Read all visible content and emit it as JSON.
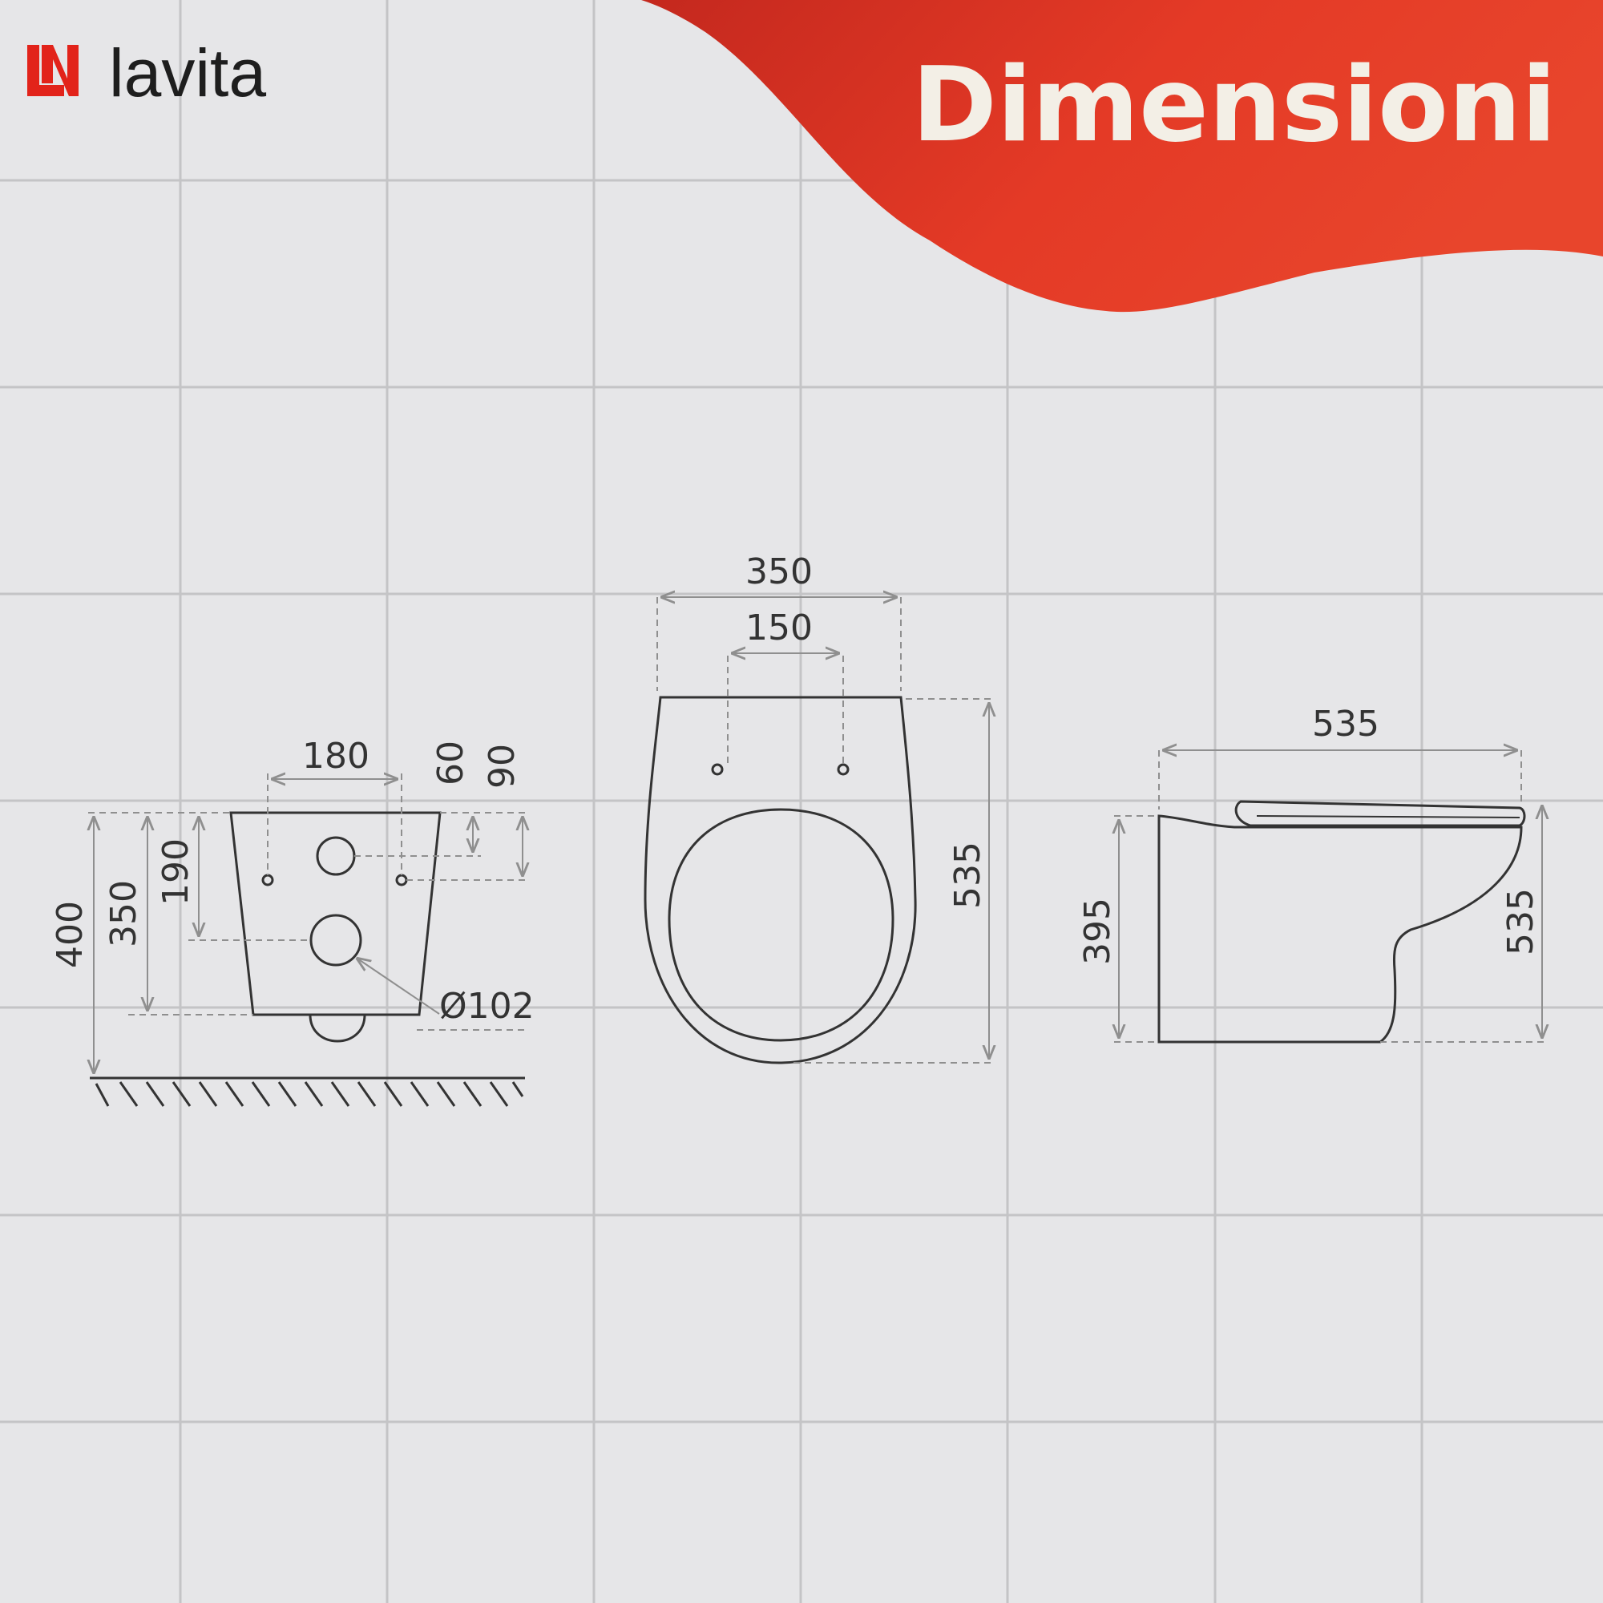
{
  "brand": {
    "logo": "lavita-logo-icon",
    "name": "lavita",
    "color": "#e2231a"
  },
  "header": {
    "title": "Dimensioni",
    "banner_color": "#e43a26"
  },
  "diagram": {
    "colors": {
      "background": "#e6e6e8",
      "grid": "#c4c4c6",
      "line": "#333333",
      "dim_line": "#8f8f8f"
    },
    "rear_view": {
      "width_180": "180",
      "offset_60": "60",
      "offset_90": "90",
      "height_400": "400",
      "height_350": "350",
      "height_190": "190",
      "diameter": "Ø102"
    },
    "top_view": {
      "width_350": "350",
      "width_150": "150",
      "depth_535": "535"
    },
    "side_view": {
      "length_535": "535",
      "height_395": "395",
      "height_535": "535"
    }
  }
}
